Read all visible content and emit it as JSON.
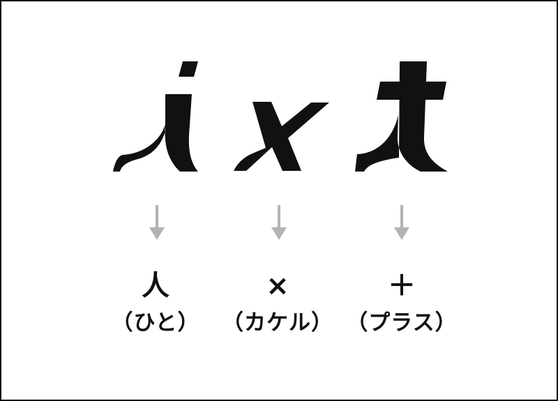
{
  "logo": {
    "letters": [
      "i",
      "x",
      "t"
    ],
    "color": "#111111"
  },
  "arrow_color": "#b3b3b3",
  "columns": [
    {
      "symbol": "人",
      "reading": "（ひと）"
    },
    {
      "symbol": "×",
      "reading": "（カケル）"
    },
    {
      "symbol": "＋",
      "reading": "（プラス）"
    }
  ]
}
